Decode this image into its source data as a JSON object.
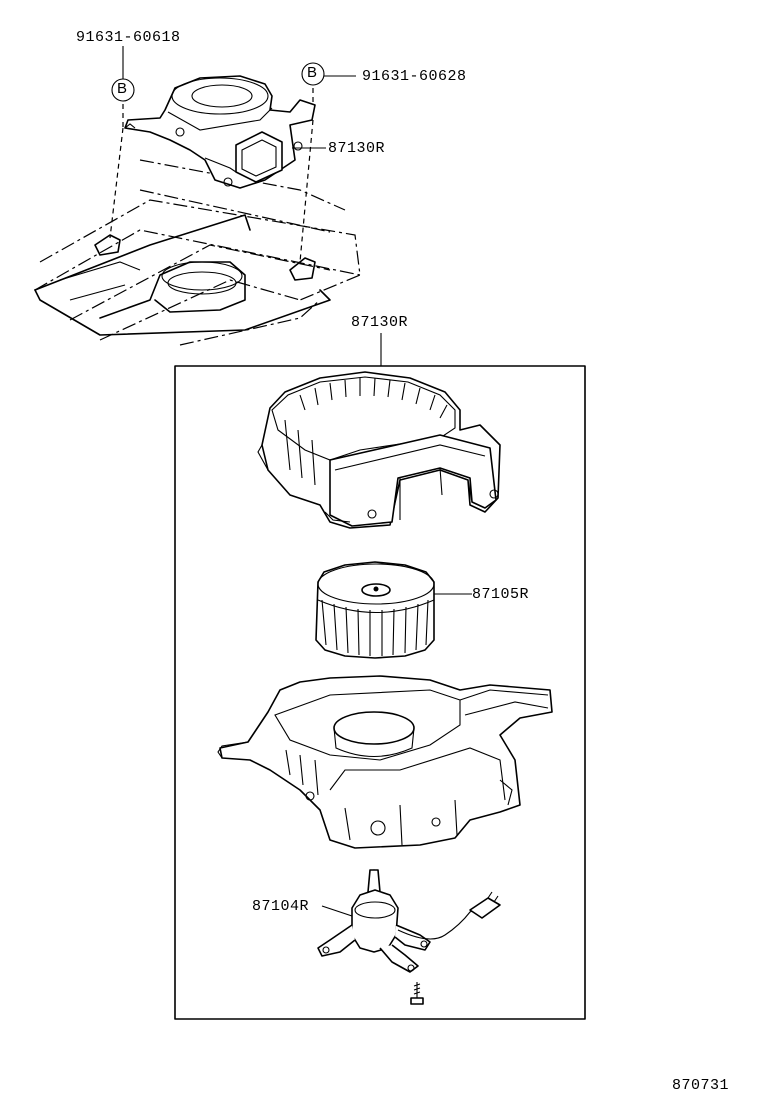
{
  "parts": {
    "screw_left": "91631-60618",
    "screw_right": "91631-60628",
    "blower_assy_top": "87130R",
    "blower_assy_box": "87130R",
    "fan": "87105R",
    "motor": "87104R"
  },
  "markers": {
    "b_left": "B",
    "b_right": "B"
  },
  "figure_code": "870731"
}
